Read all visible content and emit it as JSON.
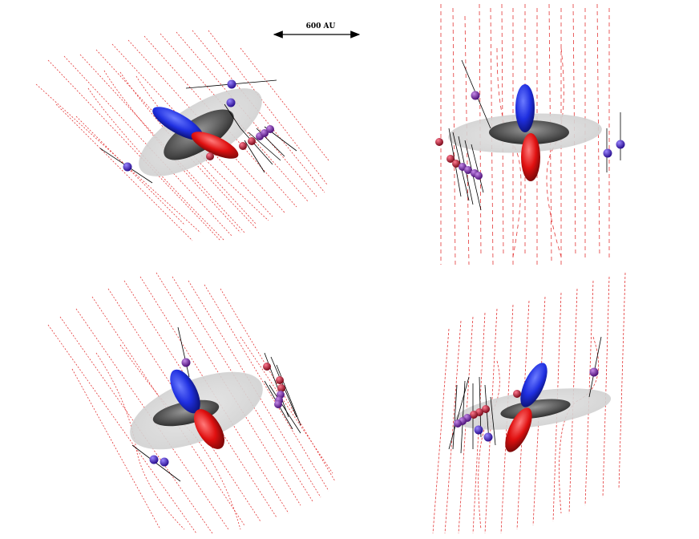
{
  "scale_bar": {
    "label": "600 AU"
  },
  "colors": {
    "field_lines": "#e02020",
    "blue_lobe": "#1f2fe0",
    "red_lobe": "#e01010",
    "disk_outer": "#d0d0d0",
    "disk_inner": "#505050",
    "marker_blue": "#4a1fc0",
    "marker_purple": "#7a1fa8",
    "marker_red": "#c0102a"
  },
  "panels": [
    {
      "id": "top-left",
      "view": "inclined-view-1"
    },
    {
      "id": "top-right",
      "view": "edge-on-view"
    },
    {
      "id": "bottom-left",
      "view": "inclined-view-2"
    },
    {
      "id": "bottom-right",
      "view": "inclined-view-3"
    }
  ]
}
